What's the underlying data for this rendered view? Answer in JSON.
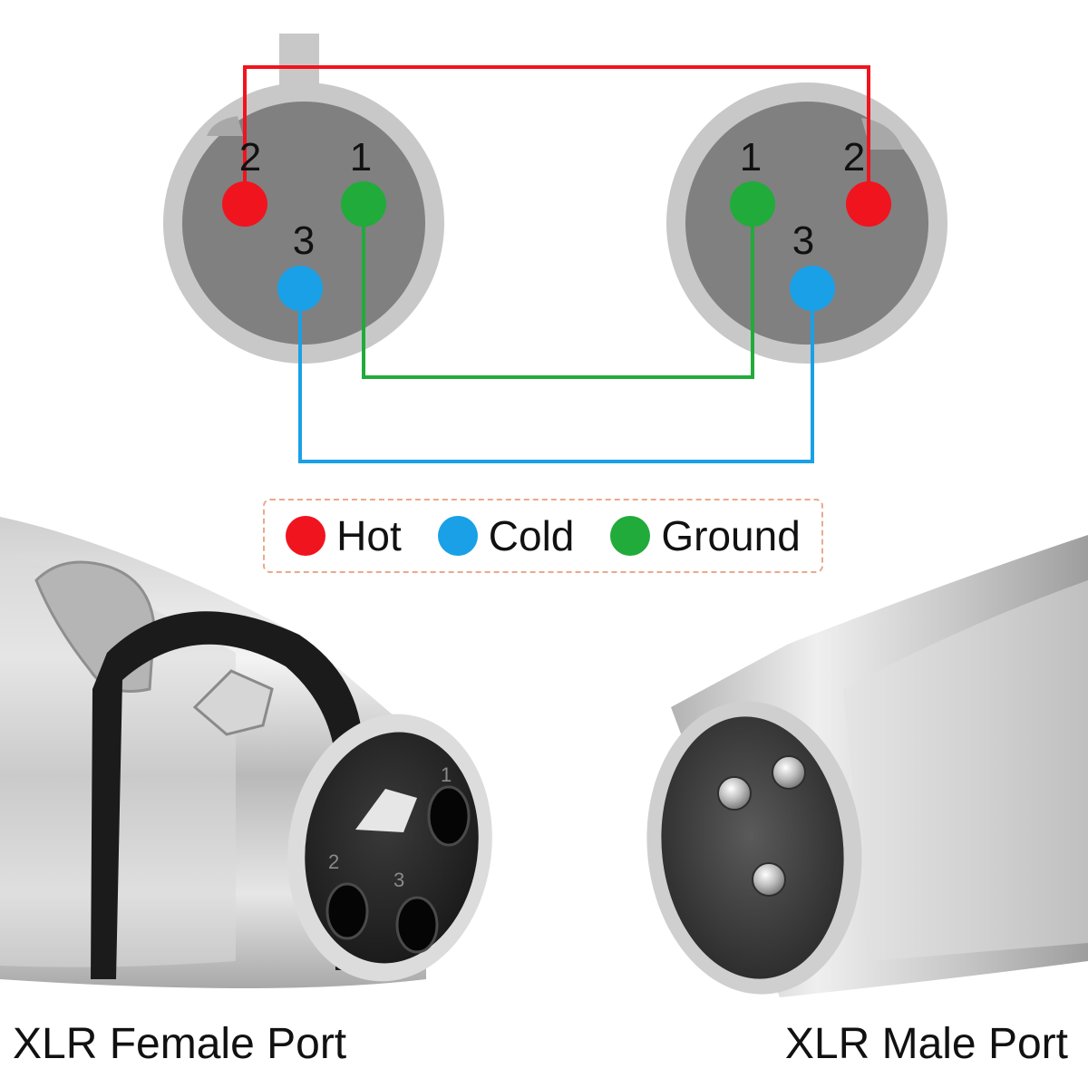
{
  "colors": {
    "hot": "#f0141e",
    "cold": "#1aa0e6",
    "ground": "#21ab3b"
  },
  "female_diagram": {
    "pin_2_label": "2",
    "pin_1_label": "1",
    "pin_3_label": "3"
  },
  "male_diagram": {
    "pin_1_label": "1",
    "pin_2_label": "2",
    "pin_3_label": "3"
  },
  "legend": {
    "items": [
      {
        "label": "Hot",
        "color": "#f0141e"
      },
      {
        "label": "Cold",
        "color": "#1aa0e6"
      },
      {
        "label": "Ground",
        "color": "#21ab3b"
      }
    ]
  },
  "female_photo": {
    "pin_1": "1",
    "pin_2": "2",
    "pin_3": "3"
  },
  "captions": {
    "female": "XLR Female Port",
    "male": "XLR Male Port"
  }
}
